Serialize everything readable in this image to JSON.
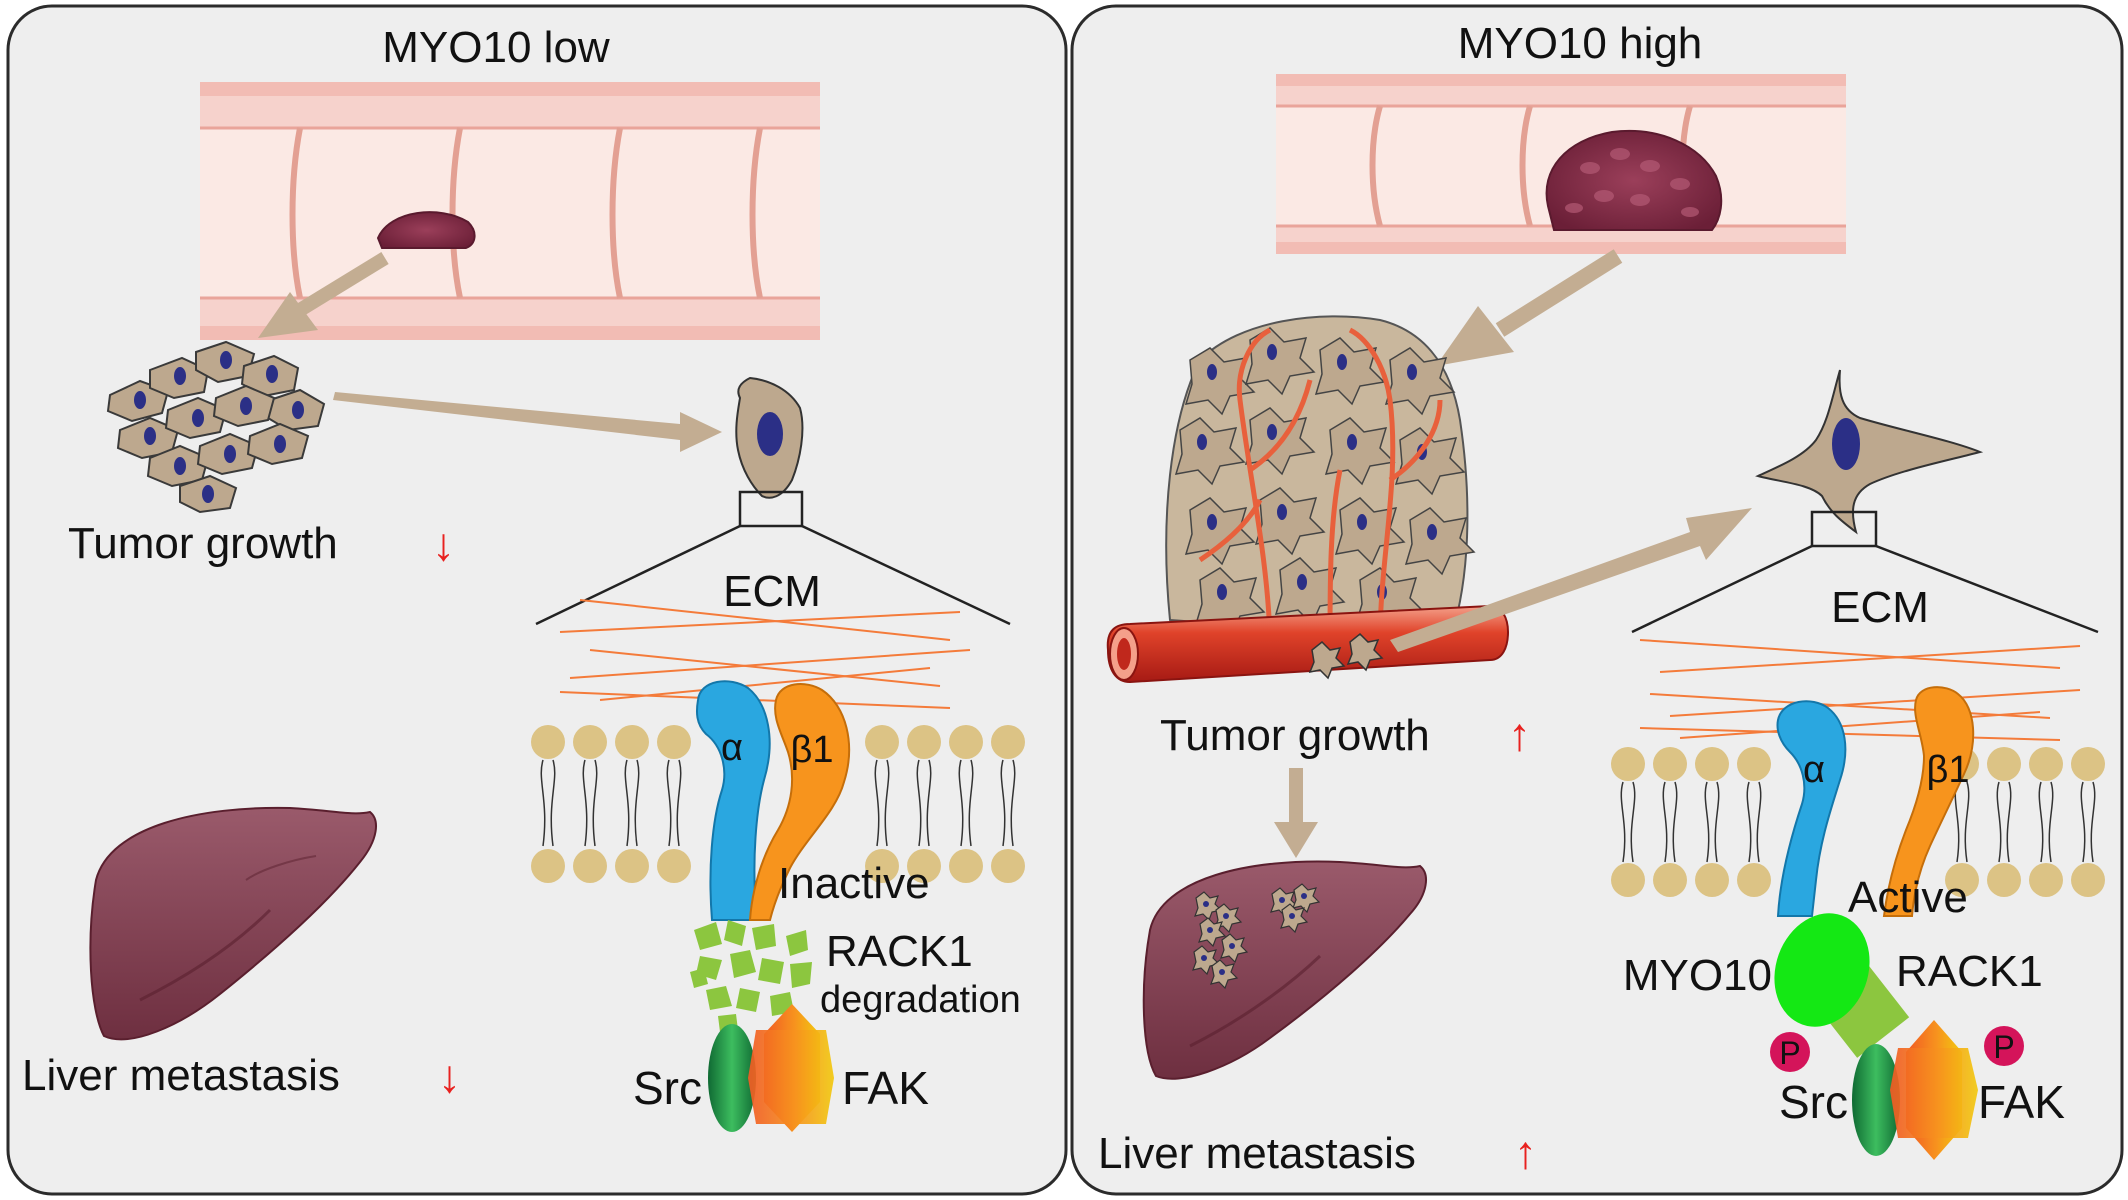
{
  "panels": {
    "left": {
      "title": "MYO10 low",
      "tumor_growth": "Tumor growth",
      "liver_metastasis": "Liver metastasis",
      "ecm": "ECM",
      "alpha": "α",
      "beta": "β1",
      "state": "Inactive",
      "rack1_line1": "RACK1",
      "rack1_line2": "degradation",
      "src": "Src",
      "fak": "FAK",
      "arrow": "↓"
    },
    "right": {
      "title": "MYO10 high",
      "tumor_growth": "Tumor growth",
      "liver_metastasis": "Liver metastasis",
      "ecm": "ECM",
      "alpha": "α",
      "beta": "β1",
      "state": "Active",
      "myo10": "MYO10",
      "rack1": "RACK1",
      "src": "Src",
      "fak": "FAK",
      "p1": "P",
      "p2": "P",
      "arrow": "↑"
    }
  },
  "colors": {
    "panel_bg": "#eeeeee",
    "red_arrow": "#e8211f",
    "flow_arrow": "#c3ad92",
    "alpha_integrin": "#2aa7e0",
    "beta_integrin": "#f7941d",
    "rack1": "#8cc63f",
    "myo10": "#14e814",
    "src": "#1e9a4a",
    "fak": "#f7931e",
    "phospho": "#d4145a",
    "lipid_head": "#dcc385",
    "ecm_fiber": "#f47b3a"
  }
}
